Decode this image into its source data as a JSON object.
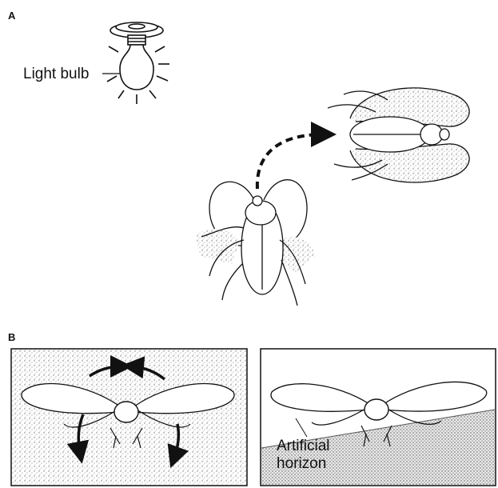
{
  "figure": {
    "panel_a": {
      "letter": "A",
      "light_bulb_label": "Light bulb"
    },
    "panel_b": {
      "letter": "B",
      "horizon_label_line1": "Artificial",
      "horizon_label_line2": "horizon"
    }
  }
}
